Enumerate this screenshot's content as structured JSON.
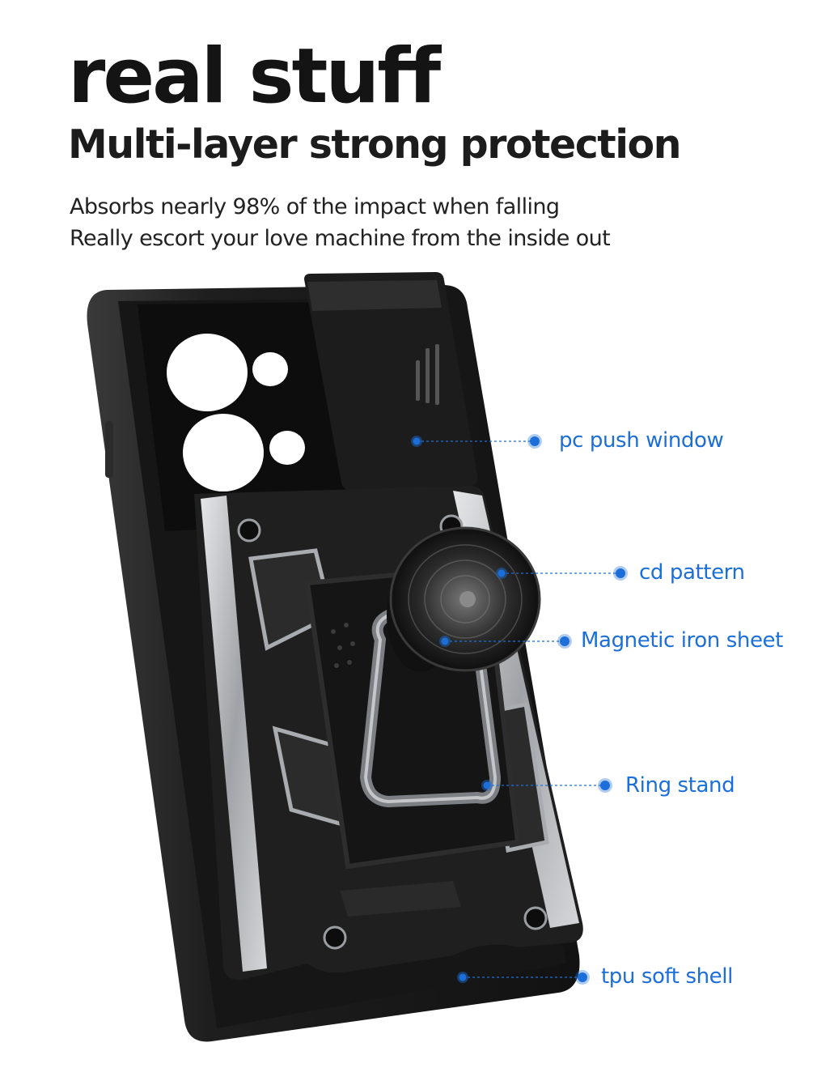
{
  "headline": "real stuff",
  "subheadline": "Multi-layer strong protection",
  "copy": [
    "Absorbs nearly 98% of the impact when falling",
    "Really escort your love machine from the inside out"
  ],
  "callouts": [
    "pc push window",
    "cd pattern",
    "Magnetic iron sheet",
    "Ring stand",
    "tpu soft shell"
  ],
  "colors": {
    "accent": "#1c6fd8",
    "case": "#1a1a1a",
    "bumper": "#b9bcc0",
    "background": "#ffffff"
  }
}
